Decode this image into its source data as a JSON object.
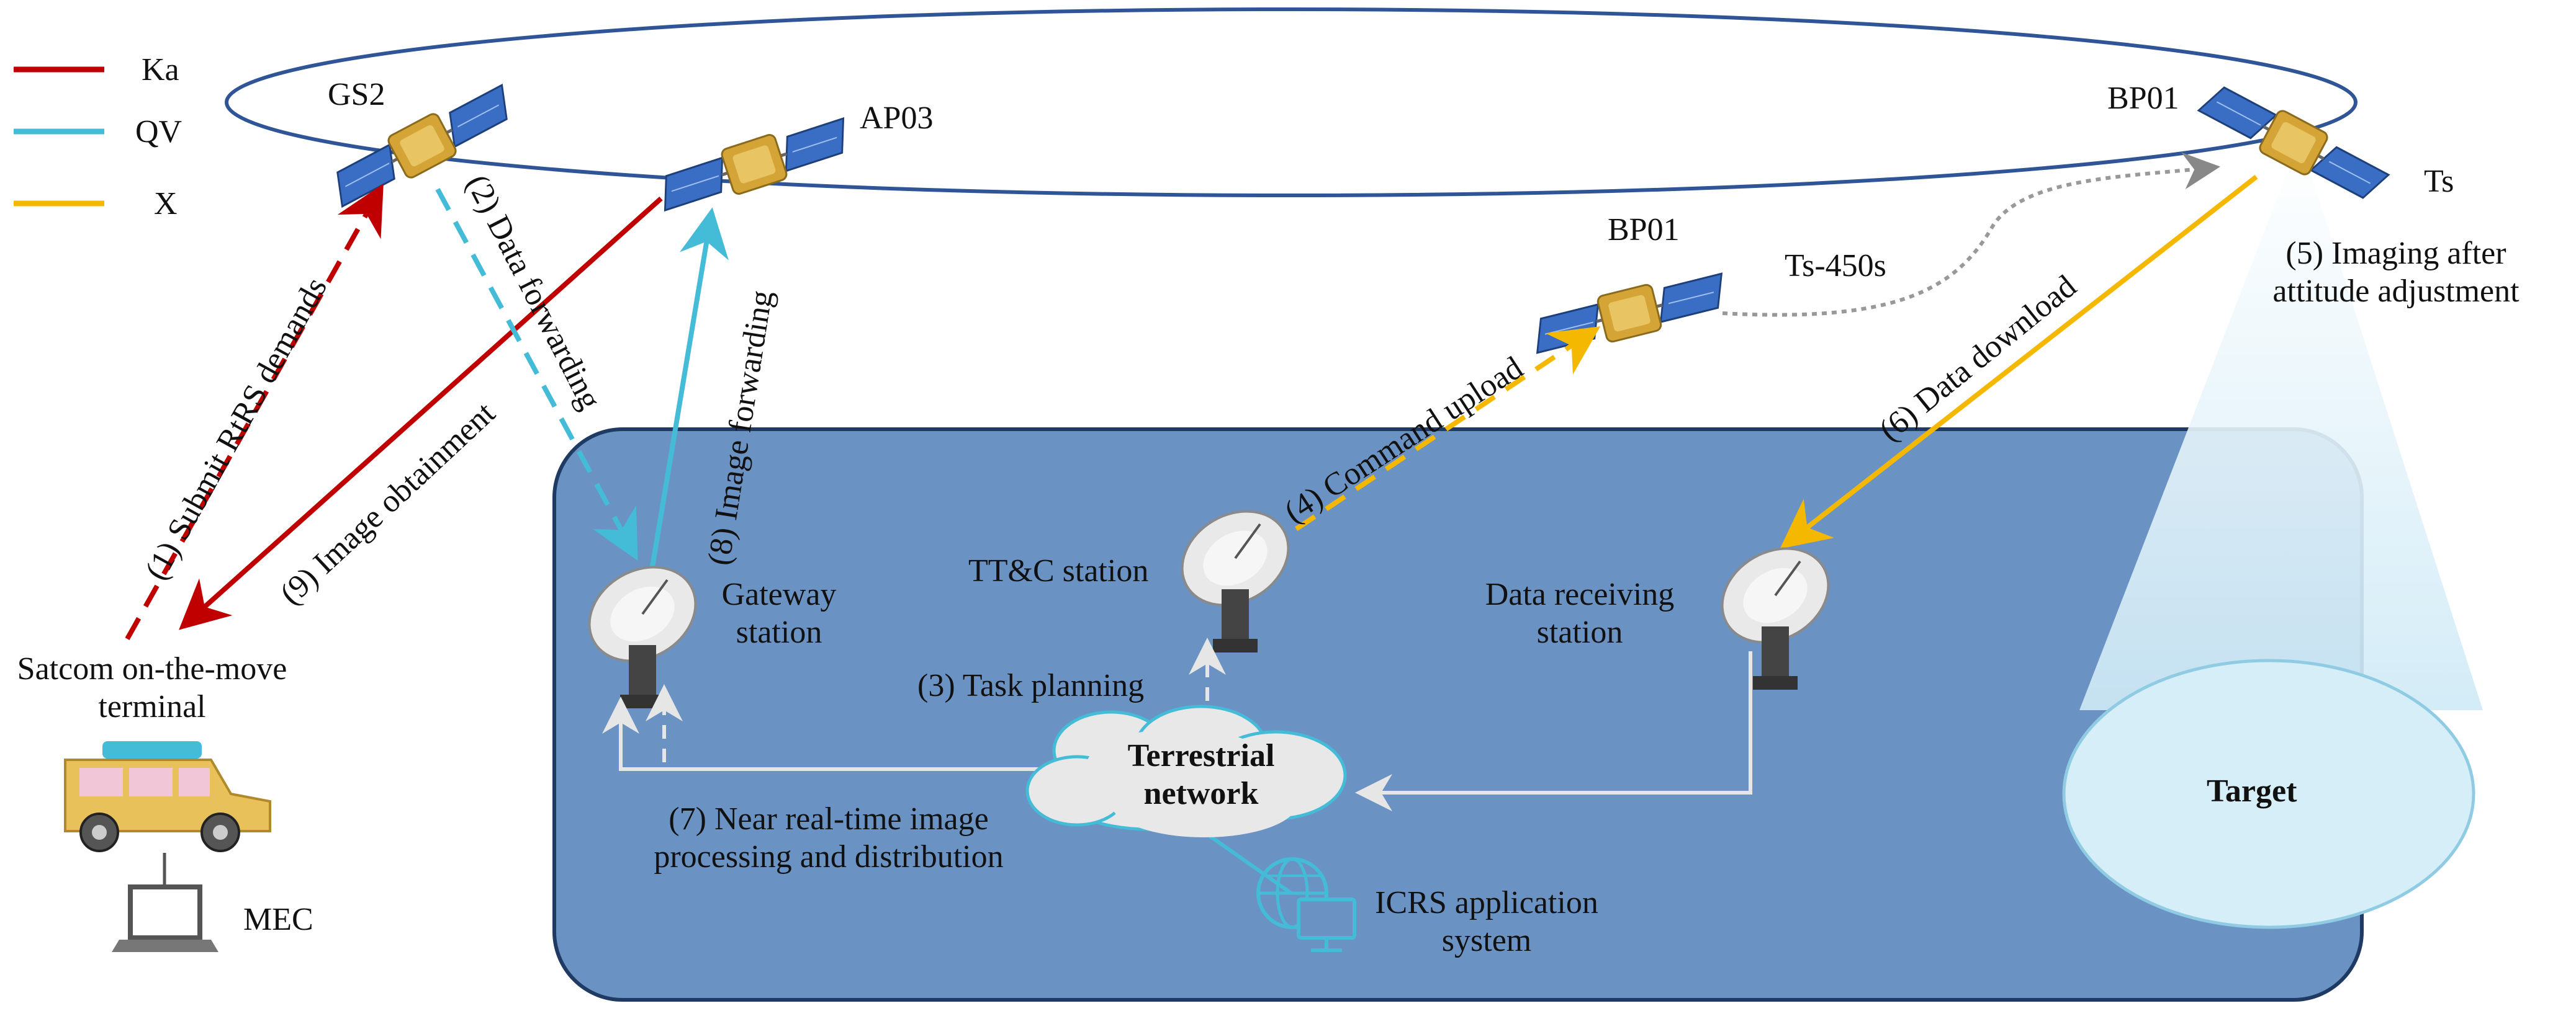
{
  "legend": {
    "items": [
      {
        "label": "Ka",
        "color": "#c00000"
      },
      {
        "label": "QV",
        "color": "#44bcd8"
      },
      {
        "label": "X",
        "color": "#f5b800"
      }
    ]
  },
  "satellites": {
    "gs2": "GS2",
    "ap03": "AP03",
    "bp01_top": "BP01",
    "bp01_mid": "BP01",
    "ts": "Ts",
    "ts_minus": "Ts-450s"
  },
  "stations": {
    "gateway": [
      "Gateway",
      "station"
    ],
    "ttc": "TT&C station",
    "data_receiving": [
      "Data receiving",
      "station"
    ],
    "terrestrial": [
      "Terrestrial",
      "network"
    ],
    "icrs": [
      "ICRS application",
      "system"
    ]
  },
  "terminal": {
    "label": [
      "Satcom on-the-move",
      "terminal"
    ],
    "mec": "MEC"
  },
  "target": {
    "label": "Target",
    "imaging": [
      "(5) Imaging after",
      "attitude adjustment"
    ]
  },
  "steps": {
    "s1": "(1) Submit RtRS demands",
    "s2": "(2) Data forwarding",
    "s3": "(3) Task planning",
    "s4": "(4) Command upload",
    "s6": "(6) Data download",
    "s7": [
      "(7) Near real-time image",
      "processing and distribution"
    ],
    "s8": "(8) Image forwarding",
    "s9": "(9) Image obtainment"
  },
  "colors": {
    "ground_box": "#6a93c4",
    "orbit": "#2f5597",
    "ka": "#c00000",
    "qv": "#44bcd8",
    "x": "#f5b800",
    "network": "#e8e8e8",
    "cone": "#d6eef8"
  }
}
